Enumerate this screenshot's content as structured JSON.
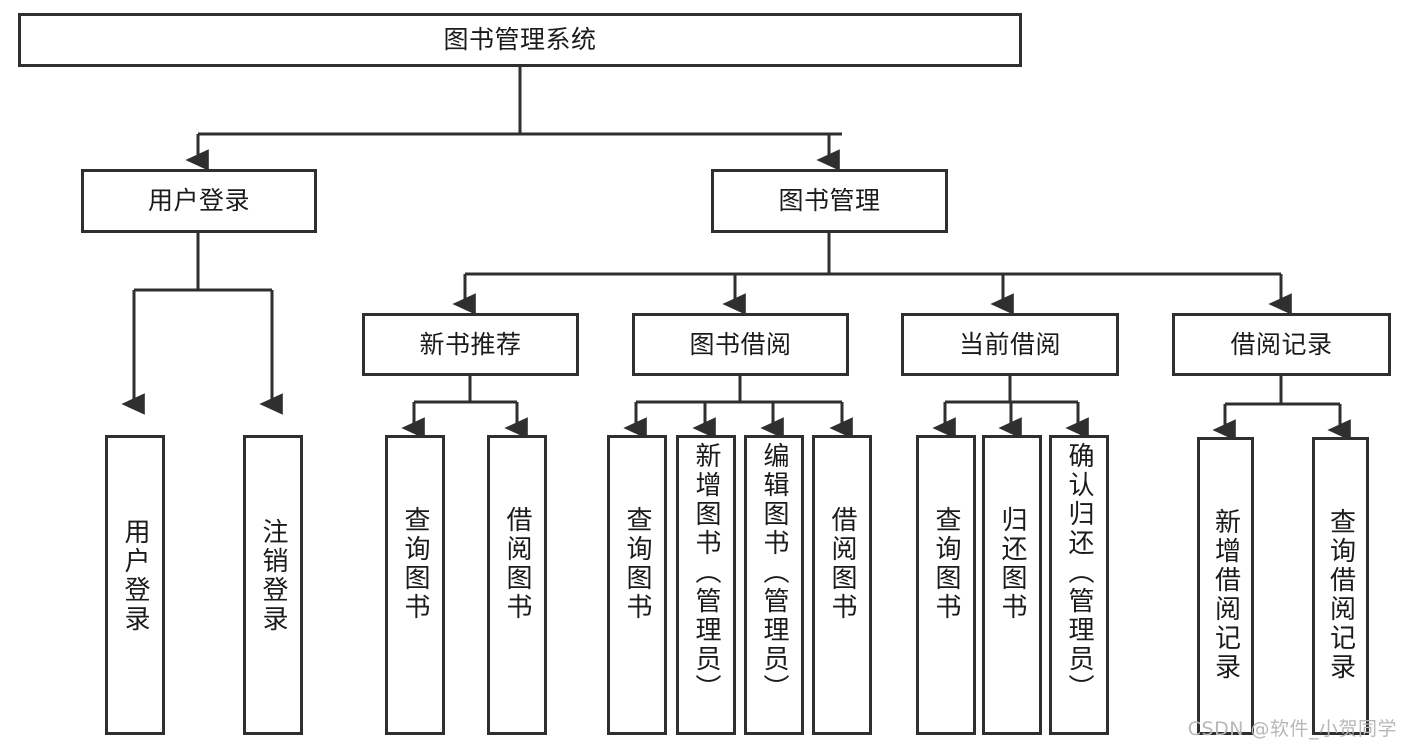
{
  "diagram": {
    "title": "图书管理系统",
    "type": "hierarchy-tree",
    "watermark": "CSDN @软件_小贺同学",
    "colors": {
      "stroke": "#2f2f2f",
      "fill": "#ffffff",
      "text": "#1b1b1b",
      "watermark": "#b8b8b8"
    },
    "root": {
      "label": "图书管理系统"
    },
    "level2": [
      {
        "label": "用户登录"
      },
      {
        "label": "图书管理"
      }
    ],
    "level3": [
      {
        "label": "新书推荐"
      },
      {
        "label": "图书借阅"
      },
      {
        "label": "当前借阅"
      },
      {
        "label": "借阅记录"
      }
    ],
    "leaves": {
      "user_login": [
        {
          "label": "用户登录"
        },
        {
          "label": "注销登录"
        }
      ],
      "new_book": [
        {
          "label": "查询图书"
        },
        {
          "label": "借阅图书"
        }
      ],
      "book_borrow": [
        {
          "label": "查询图书"
        },
        {
          "label": "新增图书（管理员）"
        },
        {
          "label": "编辑图书（管理员）"
        },
        {
          "label": "借阅图书"
        }
      ],
      "current_borrow": [
        {
          "label": "查询图书"
        },
        {
          "label": "归还图书"
        },
        {
          "label": "确认归还（管理员）"
        }
      ],
      "borrow_record": [
        {
          "label": "新增借阅记录"
        },
        {
          "label": "查询借阅记录"
        }
      ]
    }
  }
}
